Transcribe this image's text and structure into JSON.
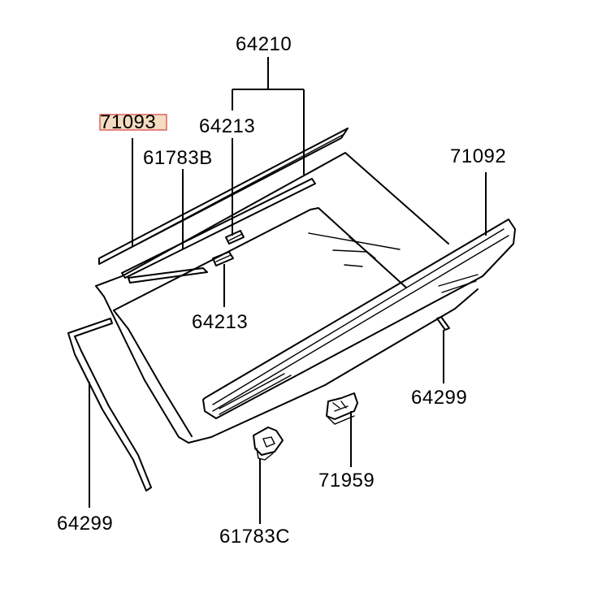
{
  "labels": {
    "p64210": "64210",
    "p71093": "71093",
    "p64213_top": "64213",
    "p61783b": "61783B",
    "p71092": "71092",
    "p64213_bottom": "64213",
    "p64299_right": "64299",
    "p64299_left": "64299",
    "p71959": "71959",
    "p61783c": "61783C"
  },
  "colors": {
    "line": "#000000",
    "highlight_fill": "#f3dcc0",
    "highlight_stroke": "#e06060"
  }
}
